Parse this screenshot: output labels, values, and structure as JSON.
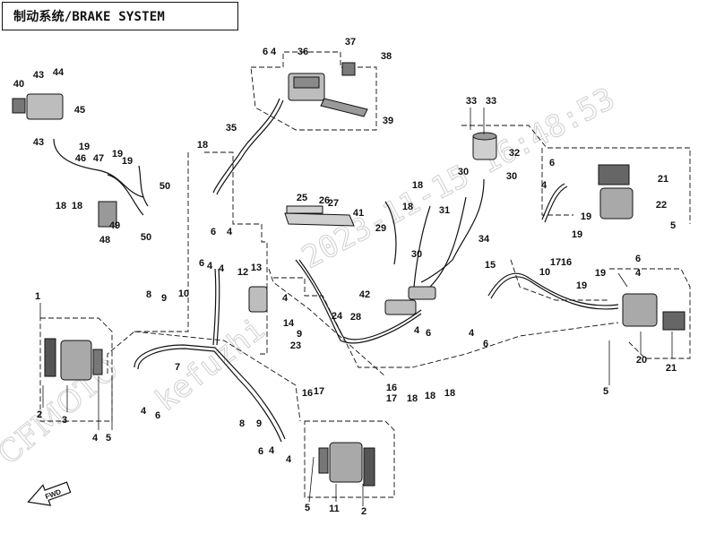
{
  "title": "制动系统/BRAKE SYSTEM",
  "watermark": {
    "brand": "CFMOTO",
    "timestamp": "2023-11-15 16:48:53",
    "user": "kefuzhi"
  },
  "direction_arrow_text": "FWD",
  "callouts": [
    {
      "id": "c1",
      "text": "1"
    },
    {
      "id": "c2a",
      "text": "2"
    },
    {
      "id": "c3",
      "text": "3"
    },
    {
      "id": "c4a",
      "text": "4"
    },
    {
      "id": "c5a",
      "text": "5"
    },
    {
      "id": "c4b",
      "text": "4"
    },
    {
      "id": "c6a",
      "text": "6"
    },
    {
      "id": "c7",
      "text": "7"
    },
    {
      "id": "c8a",
      "text": "8"
    },
    {
      "id": "c9a",
      "text": "9"
    },
    {
      "id": "c10a",
      "text": "10"
    },
    {
      "id": "c6b",
      "text": "6"
    },
    {
      "id": "c4c",
      "text": "4"
    },
    {
      "id": "c4d",
      "text": "4"
    },
    {
      "id": "c13",
      "text": "13"
    },
    {
      "id": "c6c",
      "text": "6"
    },
    {
      "id": "c4e",
      "text": "4"
    },
    {
      "id": "c12",
      "text": "12"
    },
    {
      "id": "c4f",
      "text": "4"
    },
    {
      "id": "c14",
      "text": "14"
    },
    {
      "id": "c6d",
      "text": "6"
    },
    {
      "id": "c4g",
      "text": "4"
    },
    {
      "id": "c35",
      "text": "35"
    },
    {
      "id": "c36",
      "text": "36"
    },
    {
      "id": "c37",
      "text": "37"
    },
    {
      "id": "c38",
      "text": "38"
    },
    {
      "id": "c39",
      "text": "39"
    },
    {
      "id": "c18a",
      "text": "18"
    },
    {
      "id": "c40",
      "text": "40"
    },
    {
      "id": "c43a",
      "text": "43"
    },
    {
      "id": "c44",
      "text": "44"
    },
    {
      "id": "c45",
      "text": "45"
    },
    {
      "id": "c43b",
      "text": "43"
    },
    {
      "id": "c19a",
      "text": "19"
    },
    {
      "id": "c46",
      "text": "46"
    },
    {
      "id": "c47",
      "text": "47"
    },
    {
      "id": "c19b",
      "text": "19"
    },
    {
      "id": "c19c",
      "text": "19"
    },
    {
      "id": "c49",
      "text": "49"
    },
    {
      "id": "c50a",
      "text": "50"
    },
    {
      "id": "c18b",
      "text": "18"
    },
    {
      "id": "c18c",
      "text": "18"
    },
    {
      "id": "c48",
      "text": "48"
    },
    {
      "id": "c50b",
      "text": "50"
    },
    {
      "id": "c25",
      "text": "25"
    },
    {
      "id": "c26",
      "text": "26"
    },
    {
      "id": "c27",
      "text": "27"
    },
    {
      "id": "c41",
      "text": "41"
    },
    {
      "id": "c33a",
      "text": "33"
    },
    {
      "id": "c33b",
      "text": "33"
    },
    {
      "id": "c32",
      "text": "32"
    },
    {
      "id": "c30a",
      "text": "30"
    },
    {
      "id": "c30b",
      "text": "30"
    },
    {
      "id": "c18d",
      "text": "18"
    },
    {
      "id": "c31",
      "text": "31"
    },
    {
      "id": "c18e",
      "text": "18"
    },
    {
      "id": "c34",
      "text": "34"
    },
    {
      "id": "c29",
      "text": "29"
    },
    {
      "id": "c30c",
      "text": "30"
    },
    {
      "id": "c42",
      "text": "42"
    },
    {
      "id": "c28",
      "text": "28"
    },
    {
      "id": "c4h",
      "text": "4"
    },
    {
      "id": "c6e",
      "text": "6"
    },
    {
      "id": "c4i",
      "text": "4"
    },
    {
      "id": "c6f",
      "text": "6"
    },
    {
      "id": "c24",
      "text": "24"
    },
    {
      "id": "c9b",
      "text": "9"
    },
    {
      "id": "c23",
      "text": "23"
    },
    {
      "id": "c16a",
      "text": "16"
    },
    {
      "id": "c17a",
      "text": "17"
    },
    {
      "id": "c16b",
      "text": "16"
    },
    {
      "id": "c17b",
      "text": "17"
    },
    {
      "id": "c18f",
      "text": "18"
    },
    {
      "id": "c18g",
      "text": "18"
    },
    {
      "id": "c18h",
      "text": "18"
    },
    {
      "id": "c6g",
      "text": "6"
    },
    {
      "id": "c4j",
      "text": "4"
    },
    {
      "id": "c21a",
      "text": "21"
    },
    {
      "id": "c22",
      "text": "22"
    },
    {
      "id": "c5b",
      "text": "5"
    },
    {
      "id": "c19d",
      "text": "19"
    },
    {
      "id": "c19e",
      "text": "19"
    },
    {
      "id": "c15",
      "text": "15"
    },
    {
      "id": "c17c",
      "text": "17"
    },
    {
      "id": "c16c",
      "text": "16"
    },
    {
      "id": "c10b",
      "text": "10"
    },
    {
      "id": "c19f",
      "text": "19"
    },
    {
      "id": "c19g",
      "text": "19"
    },
    {
      "id": "c6h",
      "text": "6"
    },
    {
      "id": "c4k",
      "text": "4"
    },
    {
      "id": "c20",
      "text": "20"
    },
    {
      "id": "c21b",
      "text": "21"
    },
    {
      "id": "c5c",
      "text": "5"
    },
    {
      "id": "c8b",
      "text": "8"
    },
    {
      "id": "c9c",
      "text": "9"
    },
    {
      "id": "c6i",
      "text": "6"
    },
    {
      "id": "c4l",
      "text": "4"
    },
    {
      "id": "c4m",
      "text": "4"
    },
    {
      "id": "c5d",
      "text": "5"
    },
    {
      "id": "c11",
      "text": "11"
    },
    {
      "id": "c2b",
      "text": "2"
    }
  ]
}
